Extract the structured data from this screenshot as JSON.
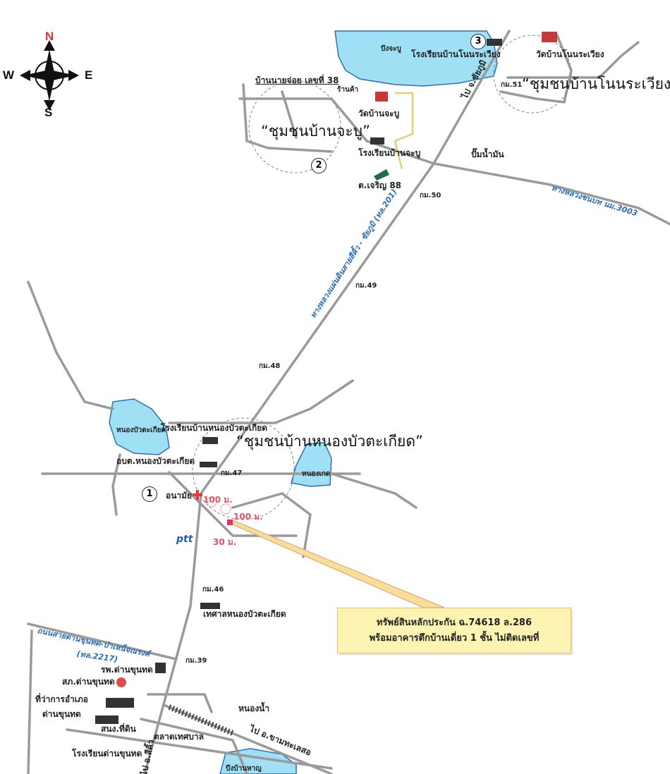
{
  "compass": {
    "n": "N",
    "s": "S",
    "e": "E",
    "w": "W"
  },
  "communities": {
    "chabu": "“ชุมชนบ้านจะบู”",
    "nonrawiang": "“ชุมชนบ้านโนนระเวียง”",
    "nongbua": "“ชุมชนบ้านหนองบัวตะเกียด”"
  },
  "markers": {
    "one": "1",
    "two": "2",
    "three": "3"
  },
  "water": {
    "bueng_chabu": "บึงจะบู",
    "nong_bua": "หนองบัวตะเกียด",
    "nong_ket": "หนองเกด",
    "nong_nam": "หนองน้ำ",
    "bueng_ban_han": "บึงบ้านหาญ"
  },
  "places": {
    "school_nonrawiang": "โรงเรียนบ้านโนนระเวียง",
    "wat_nonrawiang": "วัดบ้านโนนระเวียง",
    "house_38": "บ้านนายจ่อย เลขที่ 38",
    "shop": "ร้านค้า",
    "wat_chabu": "วัดบ้านจะบู",
    "school_chabu": "โรงเรียนบ้านจะบู",
    "gas_pump": "ปั๊มน้ำมัน",
    "charoen": "ต.เจริญ 88",
    "school_nongbua": "โรงเรียนบ้านหนองบัวตะเกียด",
    "obt": "อบต.หนองบัวตะเกียด",
    "health": "อนามัย",
    "ptt": "ptt",
    "municipality": "เทศาลหนองบัวตะเกียด",
    "hospital": "รพ.ด่านขุนทด",
    "police": "สภ.ด่านขุนทด",
    "district_office_1": "ที่ว่าการอำเภอ",
    "district_office_2": "ด่านขุนทด",
    "land_office": "สนง.ที่ดิน",
    "market": "ตลาดเทศบาล",
    "school_dankhuntot": "โรงเรียนด่านขุนทด"
  },
  "km_posts": {
    "k51": "กม.51",
    "k50": "กม.50",
    "k49": "กม.49",
    "k48": "กม.48",
    "k47": "กม.47",
    "k46": "กม.46",
    "k39": "กม.39"
  },
  "roads": {
    "to_chaiyaphum": "ไป จ.ชัยภูมิ",
    "highway_201": "ทางหลวงแผ่นดินสายสีคิ้ว - ชัยภูมิ (ทล.201)",
    "rural_3003": "ทางหลวงชนบท นม.3003",
    "road_2217_1": "ถนนสายด่านขุนทด-บำเหน็จณรงค์",
    "road_2217_2": "(ทล.2217)",
    "to_sikhio": "ไป อ.สีคิ้ว",
    "to_kham": "ไป อ.ขามทะเลสอ"
  },
  "distances": {
    "d1": "100 ม.",
    "d2": "100 ม.",
    "d3": "30 ม."
  },
  "callout": {
    "line1": "ทรัพย์สินหลักประกัน ฉ.74618 ล.286",
    "line2": "พร้อมอาคารตึกบ้านเดี่ยว 1 ชั้น ไม่ติดเลขที่"
  },
  "colors": {
    "water": "#9fe0f5",
    "water_edge": "#2f6fb8",
    "road": "#9a9a9a",
    "callout_bg": "#fdf4b4",
    "red": "#e23b3b"
  }
}
